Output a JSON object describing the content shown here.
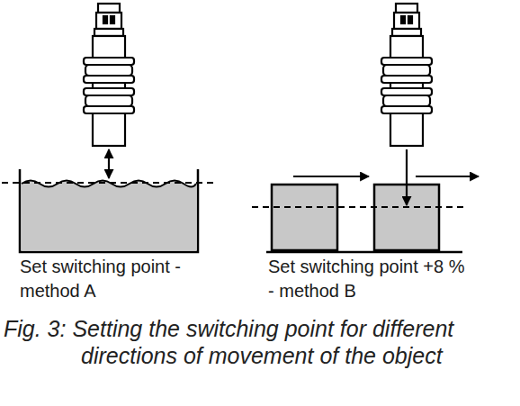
{
  "diagram": {
    "caption": "Fig. 3: Setting the switching point for different directions of movement of the object",
    "labels": [
      "Set switching point - method A",
      "Set switching point +8 % - method B"
    ]
  }
}
